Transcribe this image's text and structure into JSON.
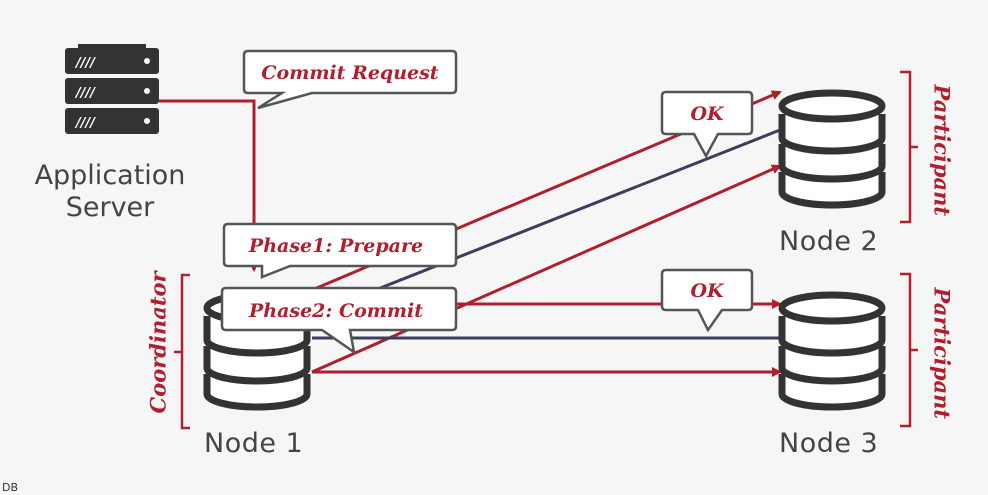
{
  "server": {
    "label_line1": "Application",
    "label_line2": "Server"
  },
  "nodes": [
    {
      "id": "node1",
      "label": "Node 1",
      "role": "Coordinator"
    },
    {
      "id": "node2",
      "label": "Node 2",
      "role": "Participant"
    },
    {
      "id": "node3",
      "label": "Node 3",
      "role": "Participant"
    }
  ],
  "callouts": {
    "commit_request": "Commit Request",
    "phase1": "Phase1: Prepare",
    "phase2": "Phase2: Commit",
    "ok_node2": "OK",
    "ok_node3": "OK"
  },
  "footer": "DB",
  "colors": {
    "accent": "#b01f2e",
    "reply_line": "#3b3f5c",
    "text": "#444444"
  }
}
